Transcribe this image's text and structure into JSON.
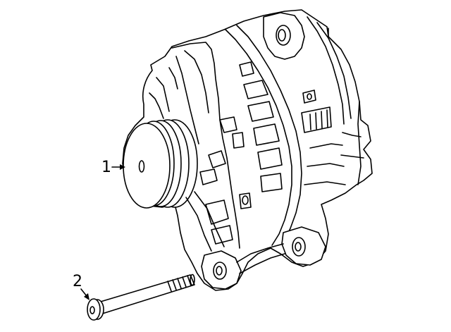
{
  "callouts": [
    {
      "number": "1",
      "part": "alternator"
    },
    {
      "number": "2",
      "part": "mounting-bolt"
    }
  ],
  "colors": {
    "line": "#000000",
    "fill": "#ffffff"
  }
}
